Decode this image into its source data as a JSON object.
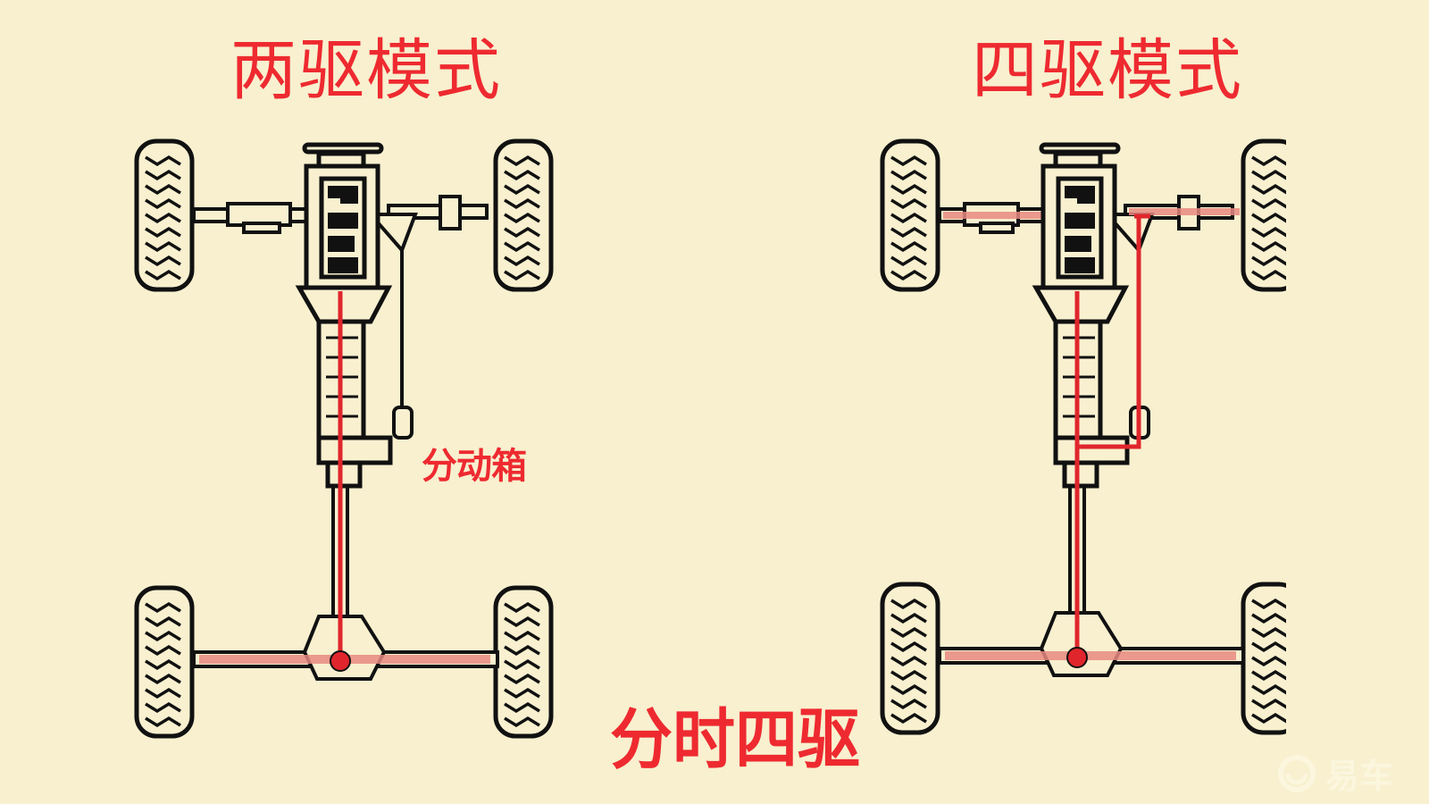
{
  "left_panel": {
    "title": "两驱模式",
    "mode": "2WD",
    "callout": "分动箱"
  },
  "right_panel": {
    "title": "四驱模式",
    "mode": "4WD"
  },
  "footer": {
    "title": "分时四驱"
  },
  "watermark": {
    "icon": "yiche-logo-icon",
    "text": "易车"
  },
  "colors": {
    "background": "#f8f0cf",
    "accent_red": "#ee2a30",
    "drive_path_red": "#e0262c",
    "axle_highlight": "#e88a80",
    "line_black": "#111111"
  }
}
